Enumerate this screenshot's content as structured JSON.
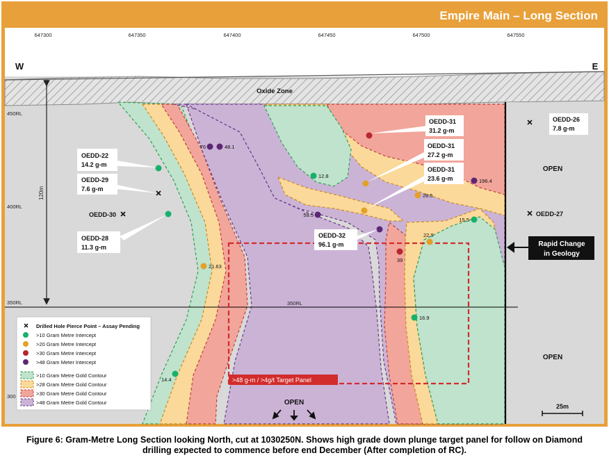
{
  "title": "Empire Main – Long Section",
  "colors": {
    "accent": "#e8a03a",
    "grey_host": "#d9d9d9",
    "contour_10": "#bfe3cc",
    "contour_28": "#fbd99a",
    "contour_30": "#f2a59b",
    "contour_48": "#cbb3d6",
    "marker_10": "#19b06b",
    "marker_20": "#e3a126",
    "marker_30": "#b8262f",
    "marker_48": "#5b2775",
    "target_panel": "#d22c2c"
  },
  "eastings": [
    "647300",
    "647350",
    "647400",
    "647450",
    "647500",
    "647550"
  ],
  "compass": {
    "west": "W",
    "east": "E"
  },
  "oxide_zone": "Oxide Zone",
  "rl_labels": {
    "rl450": "450RL",
    "rl400": "400RL",
    "rl350": "350RL",
    "rl300": "300",
    "mid350": "350RL"
  },
  "vertical_scale": "120m",
  "scale_bar": "25m",
  "open_labels": {
    "east_upper": "OPEN",
    "east_lower": "OPEN",
    "bottom": "OPEN"
  },
  "rapid_change": {
    "line1": "Rapid Change",
    "line2": "in Geology"
  },
  "target_panel_label": ">48 g-m / >4g/t Target Panel",
  "callouts": {
    "oedd22": {
      "name": "OEDD-22",
      "value": "14.2 g-m"
    },
    "oedd29": {
      "name": "OEDD-29",
      "value": "7.6 g-m"
    },
    "oedd30": {
      "name": "OEDD-30"
    },
    "oedd28": {
      "name": "OEDD-28",
      "value": "11.3 g-m"
    },
    "oedd31a": {
      "name": "OEDD-31",
      "value": "31.2 g-m"
    },
    "oedd31b": {
      "name": "OEDD-31",
      "value": "27.2 g-m"
    },
    "oedd31c": {
      "name": "OEDD-31",
      "value": "23.6 g-m"
    },
    "oedd32": {
      "name": "OEDD-32",
      "value": "96.1 g-m"
    },
    "oedd26": {
      "name": "OEDD-26",
      "value": "7.8 g-m"
    },
    "oedd27": {
      "name": "OEDD-27"
    }
  },
  "intercepts": {
    "v76": "76",
    "v481": "48.1",
    "v128": "12.8",
    "v595": "59.5",
    "v1964": "196.4",
    "v285": "28.5",
    "v155": "15.5",
    "v229": "22.9",
    "v39": "39",
    "v2163": "21.63",
    "v169": "16.9",
    "v144": "14.4"
  },
  "legend": {
    "items": [
      ">10 Gram Metre Intercept",
      ">20 Gram Metre Intercept",
      ">30 Gram Metre Intercept",
      ">48 Gram Meter Intercept",
      ">10 Gram Metre Gold Contour",
      ">28 Gram Metre Gold Contour",
      ">30 Gram Metre Gold Contour",
      ">48 Gram Metre Gold Contour"
    ],
    "pending": "Drilled Hole Pierce Point – Assay Pending"
  },
  "caption": {
    "line1": "Figure 6: Gram-Metre Long Section looking North, cut at 1030250N. Shows high grade down plunge target panel for follow on Diamond",
    "line2": "drilling expected to commence before end December (After completion of RC)."
  }
}
